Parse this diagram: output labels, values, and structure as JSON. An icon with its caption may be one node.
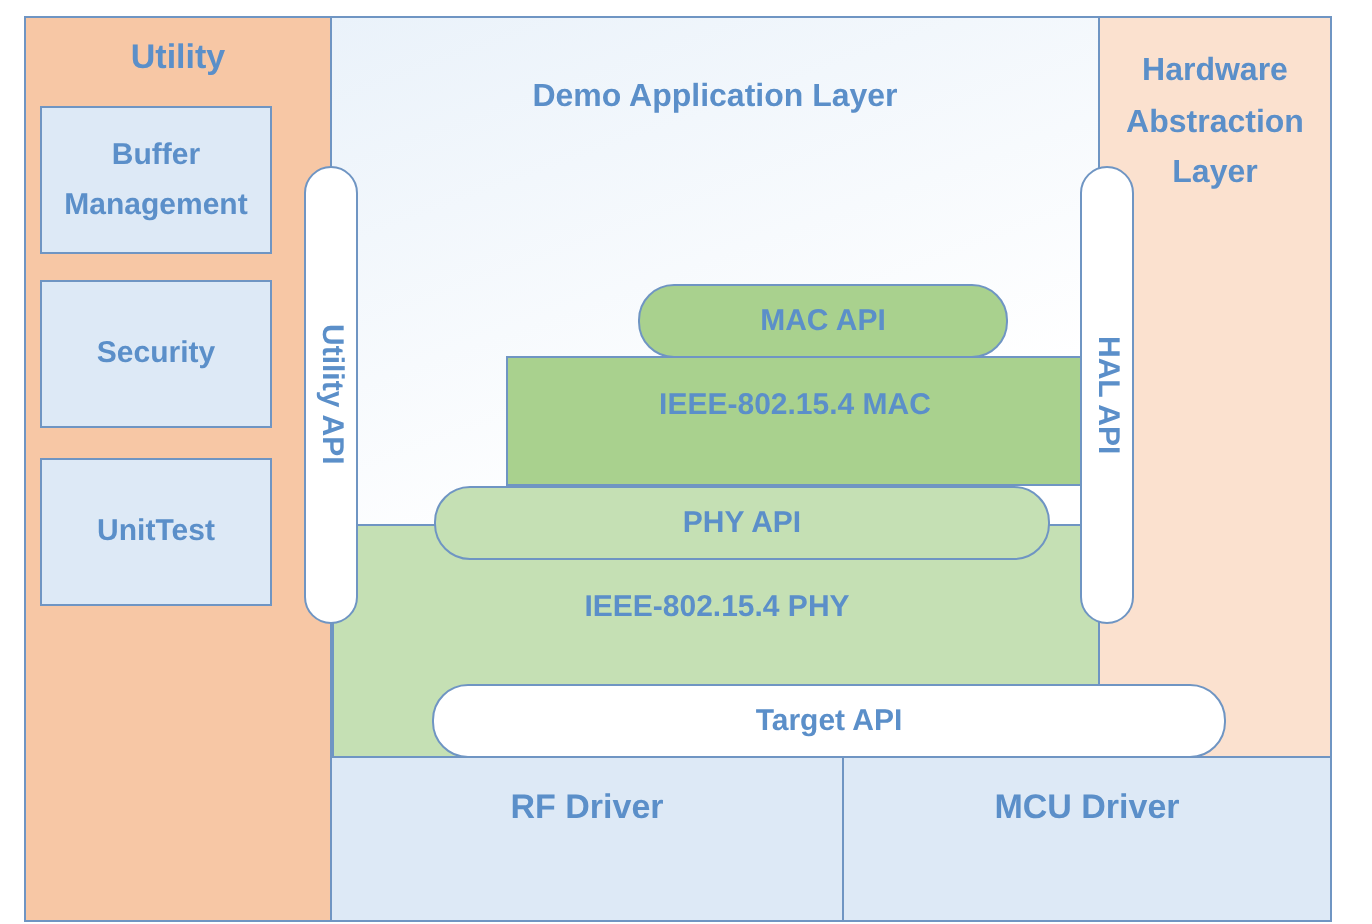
{
  "diagram": {
    "nodes": [
      {
        "text": [
          "Utility"
        ]
      },
      {
        "text": [
          "Buffer Management"
        ],
        "in": 0
      },
      {
        "text": [
          "Security"
        ],
        "in": 0
      },
      {
        "text": [
          "UnitTest"
        ],
        "in": 0
      },
      {
        "text": [
          "Demo Application Layer"
        ]
      },
      {
        "text": [
          "Hardware Abstraction Layer"
        ]
      },
      {
        "text": [
          "Utility API"
        ]
      },
      {
        "text": [
          "HAL API"
        ]
      },
      {
        "text": [
          "MAC API"
        ],
        "in": 4
      },
      {
        "text": [
          "IEEE-802.15.4 MAC"
        ],
        "in": 4
      },
      {
        "text": [
          "PHY API"
        ],
        "in": 4
      },
      {
        "text": [
          "IEEE-802.15.4 PHY"
        ],
        "in": 4
      },
      {
        "text": [
          "Target API"
        ]
      },
      {
        "text": [
          "RF Driver"
        ]
      },
      {
        "text": [
          "MCU Driver"
        ]
      }
    ]
  }
}
